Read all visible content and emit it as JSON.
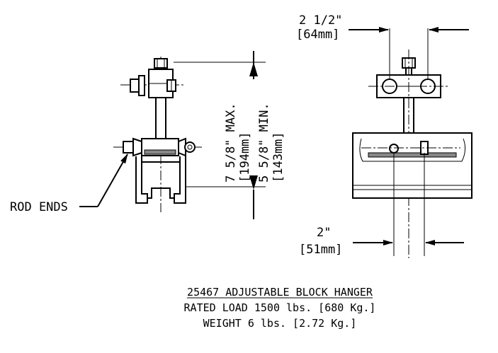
{
  "dimensions": {
    "top_width": "2 1/2\"",
    "top_width_metric": "[64mm]",
    "height_max": "7 5/8\" MAX.",
    "height_max_metric": "[194mm]",
    "height_min": "5 5/8\" MIN.",
    "height_min_metric": "[143mm]",
    "bottom_width": "2\"",
    "bottom_width_metric": "[51mm]"
  },
  "callouts": {
    "rod_ends": "ROD ENDS"
  },
  "caption": {
    "title": "25467 ADJUSTABLE BLOCK HANGER",
    "rated_load": "RATED LOAD 1500 lbs. [680 Kg.]",
    "weight": "WEIGHT 6 lbs. [2.72 Kg.]"
  }
}
